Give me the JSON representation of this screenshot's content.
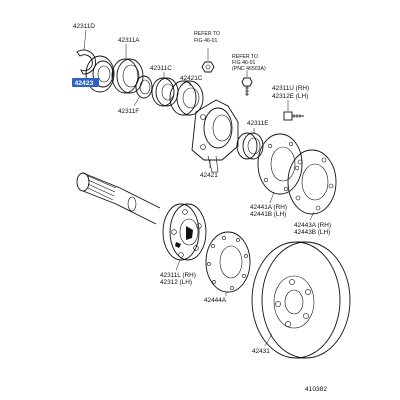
{
  "labels": {
    "p42311D": "42311D",
    "p42311A": "42311A",
    "p42423": "42423",
    "p42311C": "42311C",
    "p42421C": "42421C",
    "p42311F": "42311F",
    "p42421": "42421",
    "p42311E": "42311E",
    "p42311U_rh": "42311U (RH)",
    "p42312E_lh": "42312E (LH)",
    "p42441A_rh": "42441A (RH)",
    "p42441B_lh": "42441B (LH)",
    "p42443A_rh": "42443A (RH)",
    "p42443B_lh": "42443B (LH)",
    "p42311L_rh": "42311L (RH)",
    "p42312_lh": "42312 (LH)",
    "p42444A": "42444A",
    "p42431": "42431",
    "ref1_line1": "REFER TO",
    "ref1_line2": "FIG 46-01",
    "ref2_line1": "REFER TO",
    "ref2_line2": "FIG 46-01",
    "ref2_line3": "(PNC 46503A)",
    "figure_code": "410382"
  },
  "highlight": {
    "part": "42423",
    "color": "#2f62c8"
  }
}
